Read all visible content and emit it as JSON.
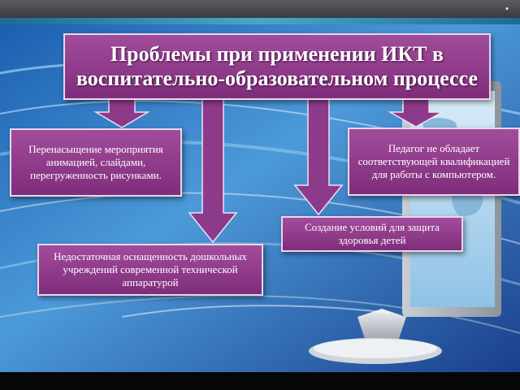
{
  "slide": {
    "title": "Проблемы при применении ИКТ в воспитательно-образовательном процессе",
    "problems": [
      "Перенасыщение мероприятия анимацией, слайдами, перегруженность рисунками.",
      "Педагог не обладает соответствующей квалификацией для работы с компьютером.",
      "Создание условий для защита здоровья детей",
      "Недостаточная оснащенность дошкольных учреждений современной технической аппаратурой"
    ]
  },
  "colors": {
    "box_fill": "#8e3a8a",
    "box_border": "#e9d7ee",
    "arrow": "#8e3a8a",
    "top_bar": "#4a4a52",
    "accent_stripe": "#2f8bb4"
  },
  "icons": {
    "corner_mark": "▪"
  }
}
